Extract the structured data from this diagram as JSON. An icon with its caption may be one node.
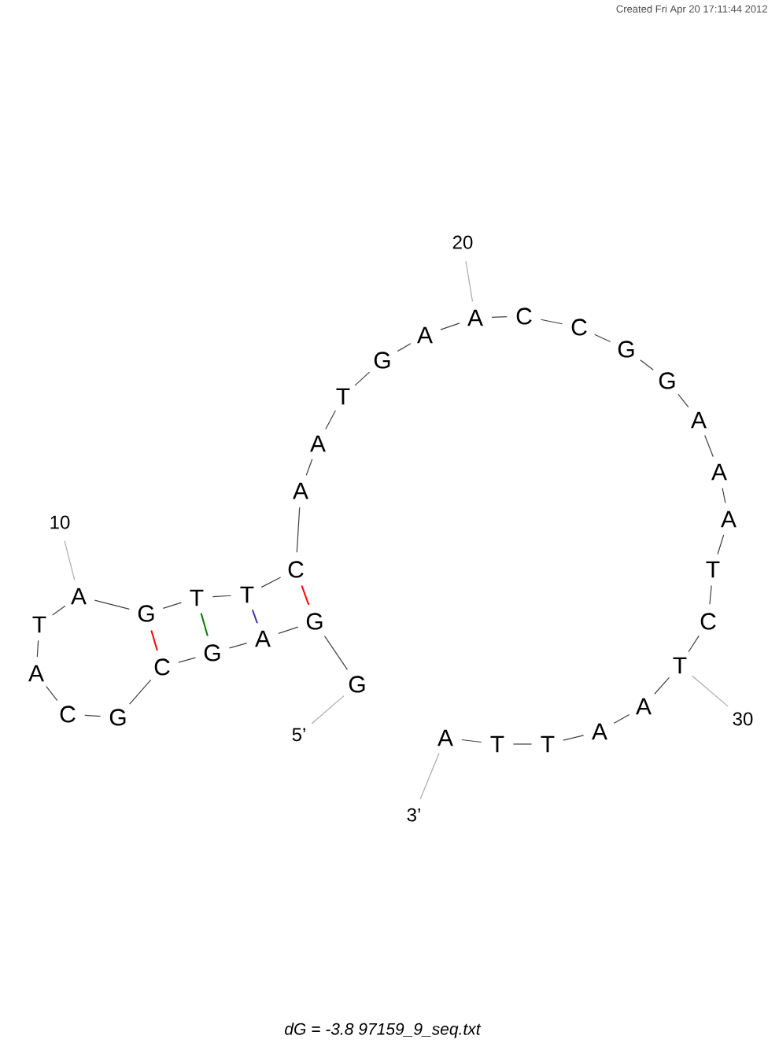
{
  "diagram": {
    "caption": "dG = -3.8 97159_9_seq.txt",
    "nodes": [
      {
        "text": [
          "G"
        ]
      },
      {
        "text": [
          "G"
        ]
      },
      {
        "text": [
          "A"
        ]
      },
      {
        "text": [
          "G"
        ]
      },
      {
        "text": [
          "C"
        ]
      },
      {
        "text": [
          "G"
        ]
      },
      {
        "text": [
          "C"
        ]
      },
      {
        "text": [
          "A"
        ]
      },
      {
        "text": [
          "T"
        ]
      },
      {
        "text": [
          "A"
        ]
      },
      {
        "text": [
          "G"
        ]
      },
      {
        "text": [
          "T"
        ]
      },
      {
        "text": [
          "T"
        ]
      },
      {
        "text": [
          "C"
        ]
      },
      {
        "text": [
          "A"
        ]
      },
      {
        "text": [
          "A"
        ]
      },
      {
        "text": [
          "T"
        ]
      },
      {
        "text": [
          "G"
        ]
      },
      {
        "text": [
          "A"
        ]
      },
      {
        "text": [
          "A"
        ]
      },
      {
        "text": [
          "C"
        ]
      },
      {
        "text": [
          "C"
        ]
      },
      {
        "text": [
          "G"
        ]
      },
      {
        "text": [
          "G"
        ]
      },
      {
        "text": [
          "A"
        ]
      },
      {
        "text": [
          "A"
        ]
      },
      {
        "text": [
          "A"
        ]
      },
      {
        "text": [
          "T"
        ]
      },
      {
        "text": [
          "C"
        ]
      },
      {
        "text": [
          "T"
        ]
      },
      {
        "text": [
          "A"
        ]
      },
      {
        "text": [
          "A"
        ]
      },
      {
        "text": [
          "T"
        ]
      },
      {
        "text": [
          "T"
        ]
      },
      {
        "text": [
          "A"
        ]
      },
      {
        "text": [
          "5’"
        ]
      },
      {
        "text": [
          "10"
        ]
      },
      {
        "text": [
          "20"
        ]
      },
      {
        "text": [
          "30"
        ]
      },
      {
        "text": [
          "3’"
        ]
      }
    ],
    "edges": [
      {
        "from": 0,
        "to": 1,
        "arrow": "none"
      },
      {
        "from": 1,
        "to": 2,
        "arrow": "none"
      },
      {
        "from": 2,
        "to": 3,
        "arrow": "none"
      },
      {
        "from": 3,
        "to": 4,
        "arrow": "none"
      },
      {
        "from": 4,
        "to": 5,
        "arrow": "none"
      },
      {
        "from": 5,
        "to": 6,
        "arrow": "none"
      },
      {
        "from": 6,
        "to": 7,
        "arrow": "none"
      },
      {
        "from": 7,
        "to": 8,
        "arrow": "none"
      },
      {
        "from": 8,
        "to": 9,
        "arrow": "none"
      },
      {
        "from": 9,
        "to": 10,
        "arrow": "none"
      },
      {
        "from": 10,
        "to": 11,
        "arrow": "none"
      },
      {
        "from": 11,
        "to": 12,
        "arrow": "none"
      },
      {
        "from": 12,
        "to": 13,
        "arrow": "none"
      },
      {
        "from": 13,
        "to": 14,
        "arrow": "none"
      },
      {
        "from": 14,
        "to": 15,
        "arrow": "none"
      },
      {
        "from": 15,
        "to": 16,
        "arrow": "none"
      },
      {
        "from": 16,
        "to": 17,
        "arrow": "none"
      },
      {
        "from": 17,
        "to": 18,
        "arrow": "none"
      },
      {
        "from": 18,
        "to": 19,
        "arrow": "none"
      },
      {
        "from": 19,
        "to": 20,
        "arrow": "none"
      },
      {
        "from": 20,
        "to": 21,
        "arrow": "none"
      },
      {
        "from": 21,
        "to": 22,
        "arrow": "none"
      },
      {
        "from": 22,
        "to": 23,
        "arrow": "none"
      },
      {
        "from": 23,
        "to": 24,
        "arrow": "none"
      },
      {
        "from": 24,
        "to": 25,
        "arrow": "none"
      },
      {
        "from": 25,
        "to": 26,
        "arrow": "none"
      },
      {
        "from": 26,
        "to": 27,
        "arrow": "none"
      },
      {
        "from": 27,
        "to": 28,
        "arrow": "none"
      },
      {
        "from": 28,
        "to": 29,
        "arrow": "none"
      },
      {
        "from": 29,
        "to": 30,
        "arrow": "none"
      },
      {
        "from": 30,
        "to": 31,
        "arrow": "none"
      },
      {
        "from": 31,
        "to": 32,
        "arrow": "none"
      },
      {
        "from": 32,
        "to": 33,
        "arrow": "none"
      },
      {
        "from": 33,
        "to": 34,
        "arrow": "none"
      },
      {
        "from": 13,
        "to": 1,
        "arrow": "none",
        "color": "#ff0000"
      },
      {
        "from": 12,
        "to": 2,
        "arrow": "none",
        "color": "#3333aa"
      },
      {
        "from": 11,
        "to": 3,
        "arrow": "none",
        "color": "#008000"
      },
      {
        "from": 10,
        "to": 4,
        "arrow": "none",
        "color": "#ff0000"
      },
      {
        "from": 35,
        "to": 0,
        "arrow": "none",
        "color": "#aaaaaa"
      },
      {
        "from": 36,
        "to": 9,
        "arrow": "none",
        "color": "#aaaaaa"
      },
      {
        "from": 37,
        "to": 19,
        "arrow": "none",
        "color": "#aaaaaa"
      },
      {
        "from": 38,
        "to": 29,
        "arrow": "none",
        "color": "#aaaaaa"
      },
      {
        "from": 39,
        "to": 34,
        "arrow": "none",
        "color": "#aaaaaa"
      }
    ],
    "labels": [
      "Created Fri Apr 20 17:11:44 2012"
    ]
  }
}
